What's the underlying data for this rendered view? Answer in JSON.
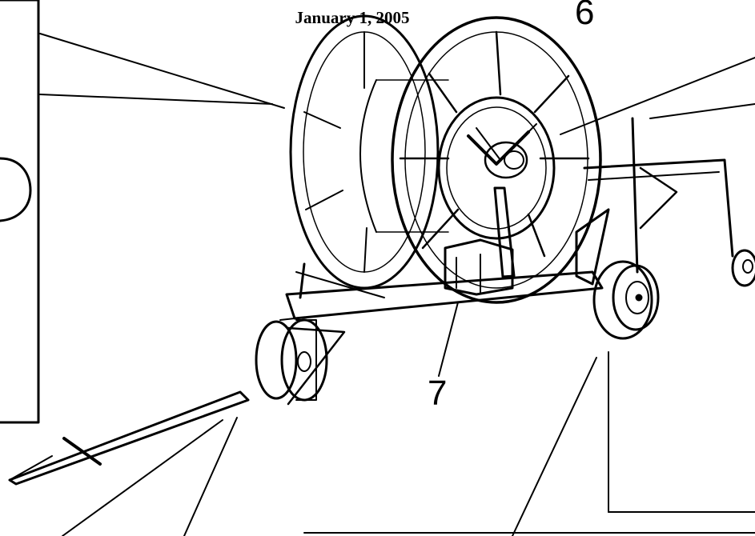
{
  "header": {
    "date": "January 1, 2005"
  },
  "callouts": {
    "reel": "6",
    "chassis": "7"
  },
  "colors": {
    "ink": "#000000",
    "paper": "#ffffff"
  }
}
